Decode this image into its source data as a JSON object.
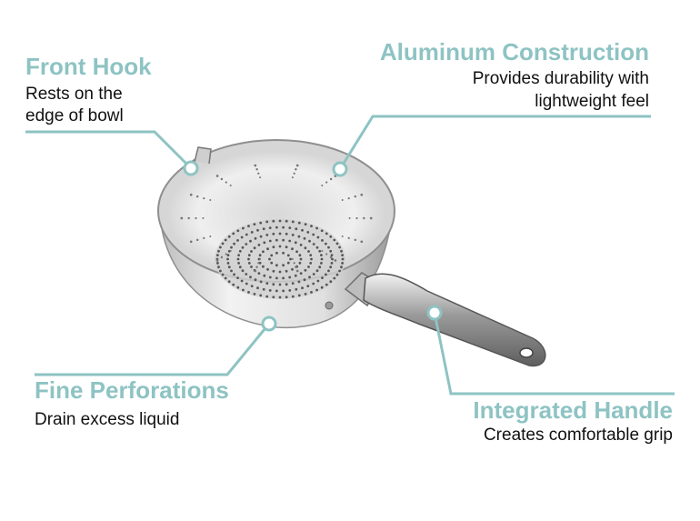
{
  "colors": {
    "accent": "#8ec3c3",
    "text": "#111111",
    "metal_light": "#f3f3f3",
    "metal_mid": "#c9c9c9",
    "metal_dark": "#8a8a8a"
  },
  "callouts": {
    "front_hook": {
      "title": "Front Hook",
      "desc_lines": [
        "Rests on the",
        "edge of bowl"
      ]
    },
    "aluminum": {
      "title": "Aluminum Construction",
      "desc_lines": [
        "Provides durability with",
        "lightweight feel"
      ]
    },
    "perforations": {
      "title": "Fine Perforations",
      "desc_lines": [
        "Drain excess liquid"
      ]
    },
    "handle": {
      "title": "Integrated Handle",
      "desc_lines": [
        "Creates comfortable grip"
      ]
    }
  }
}
